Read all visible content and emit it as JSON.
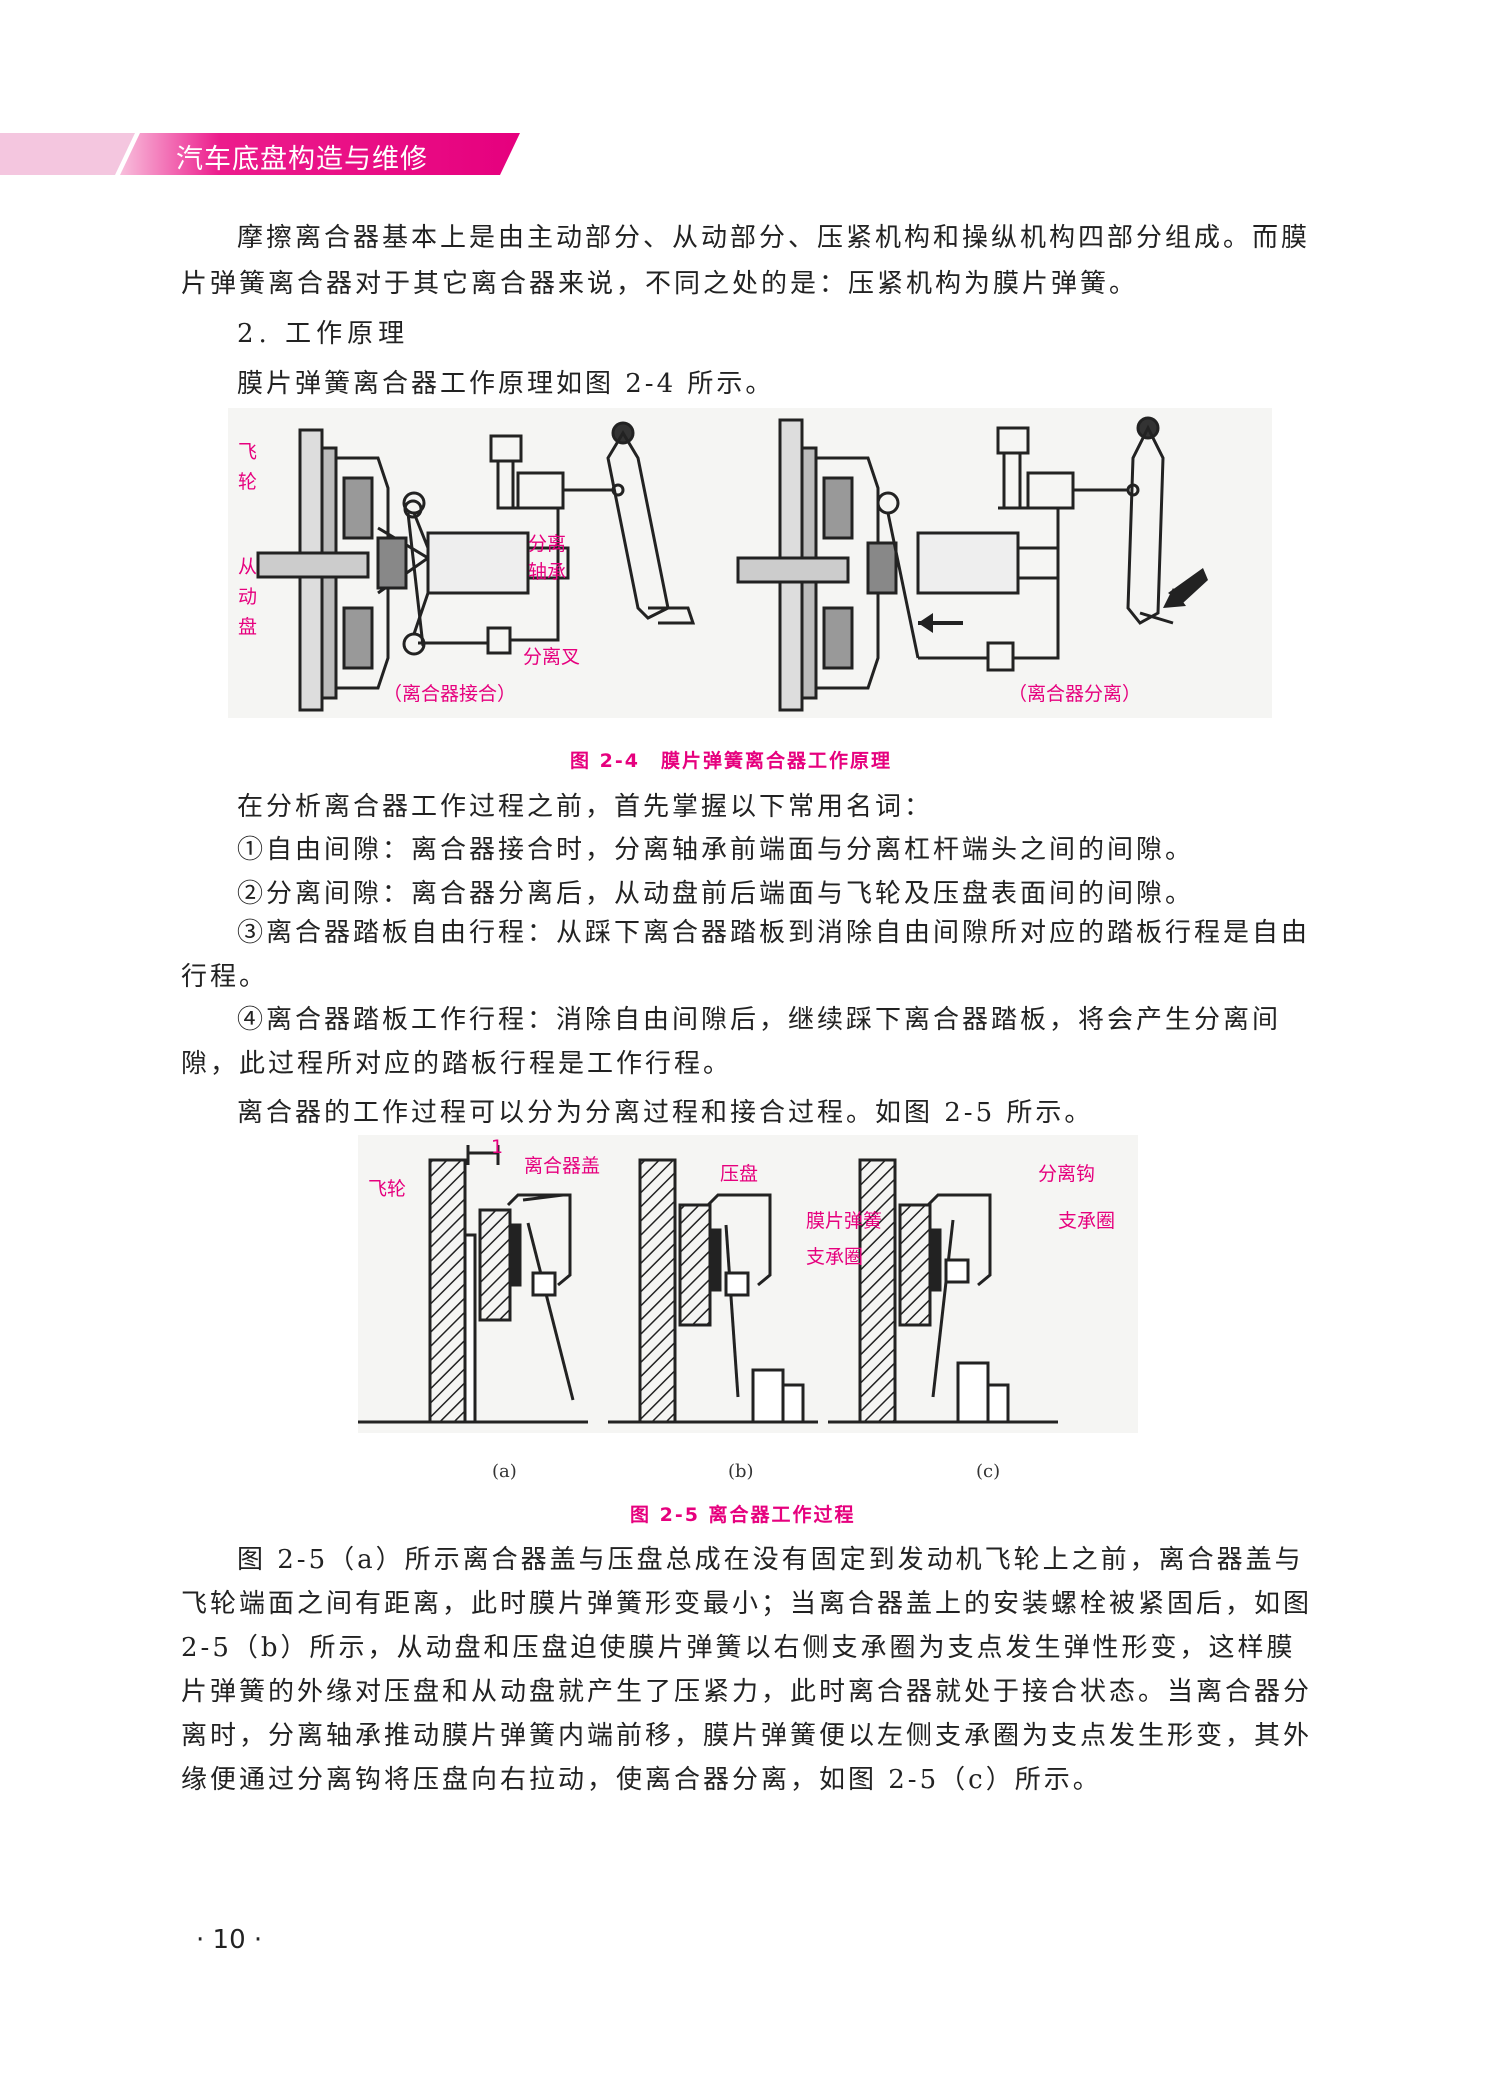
{
  "header": {
    "title": "汽车底盘构造与维修"
  },
  "paragraphs": {
    "p1": "摩擦离合器基本上是由主动部分、从动部分、压紧机构和操纵机构四部分组成。而膜片弹簧离合器对于其它离合器来说，不同之处的是：压紧机构为膜片弹簧。",
    "section_heading": "2. 工作原理",
    "p2": "膜片弹簧离合器工作原理如图 2-4 所示。",
    "p3": "在分析离合器工作过程之前，首先掌握以下常用名词：",
    "item1": "①自由间隙：离合器接合时，分离轴承前端面与分离杠杆端头之间的间隙。",
    "item2": "②分离间隙：离合器分离后，从动盘前后端面与飞轮及压盘表面间的间隙。",
    "item3": "③离合器踏板自由行程：从踩下离合器踏板到消除自由间隙所对应的踏板行程是自由行程。",
    "item4": "④离合器踏板工作行程：消除自由间隙后，继续踩下离合器踏板，将会产生分离间隙，此过程所对应的踏板行程是工作行程。",
    "p4": "离合器的工作过程可以分为分离过程和接合过程。如图 2-5 所示。",
    "p5": "图 2-5（a）所示离合器盖与压盘总成在没有固定到发动机飞轮上之前，离合器盖与飞轮端面之间有距离，此时膜片弹簧形变最小；当离合器盖上的安装螺栓被紧固后，如图 2-5（b）所示，从动盘和压盘迫使膜片弹簧以右侧支承圈为支点发生弹性形变，这样膜片弹簧的外缘对压盘和从动盘就产生了压紧力，此时离合器就处于接合状态。当离合器分离时，分离轴承推动膜片弹簧内端前移，膜片弹簧便以左侧支承圈为支点发生形变，其外缘便通过分离钩将压盘向右拉动，使离合器分离，如图 2-5（c）所示。"
  },
  "figure_2_4": {
    "caption": "图 2-4　膜片弹簧离合器工作原理",
    "labels": {
      "flywheel_1": "飞",
      "flywheel_2": "轮",
      "disc_1": "从",
      "disc_2": "动",
      "disc_3": "盘",
      "bearing_1": "分离",
      "bearing_2": "轴承",
      "fork": "分离叉",
      "engaged": "（离合器接合）",
      "disengaged": "（离合器分离）"
    }
  },
  "figure_2_5": {
    "caption": "图 2-5 离合器工作过程",
    "labels": {
      "gap": "1",
      "cover": "离合器盖",
      "flywheel": "飞轮",
      "pressure_plate": "压盘",
      "spring": "膜片弹簧",
      "ring_b": "支承圈",
      "hook": "分离钩",
      "ring_c": "支承圈"
    },
    "sub_a": "(a)",
    "sub_b": "(b)",
    "sub_c": "(c)"
  },
  "page_number": "· 10 ·",
  "colors": {
    "accent": "#e6007e",
    "header_band": "#ec1c8c"
  }
}
